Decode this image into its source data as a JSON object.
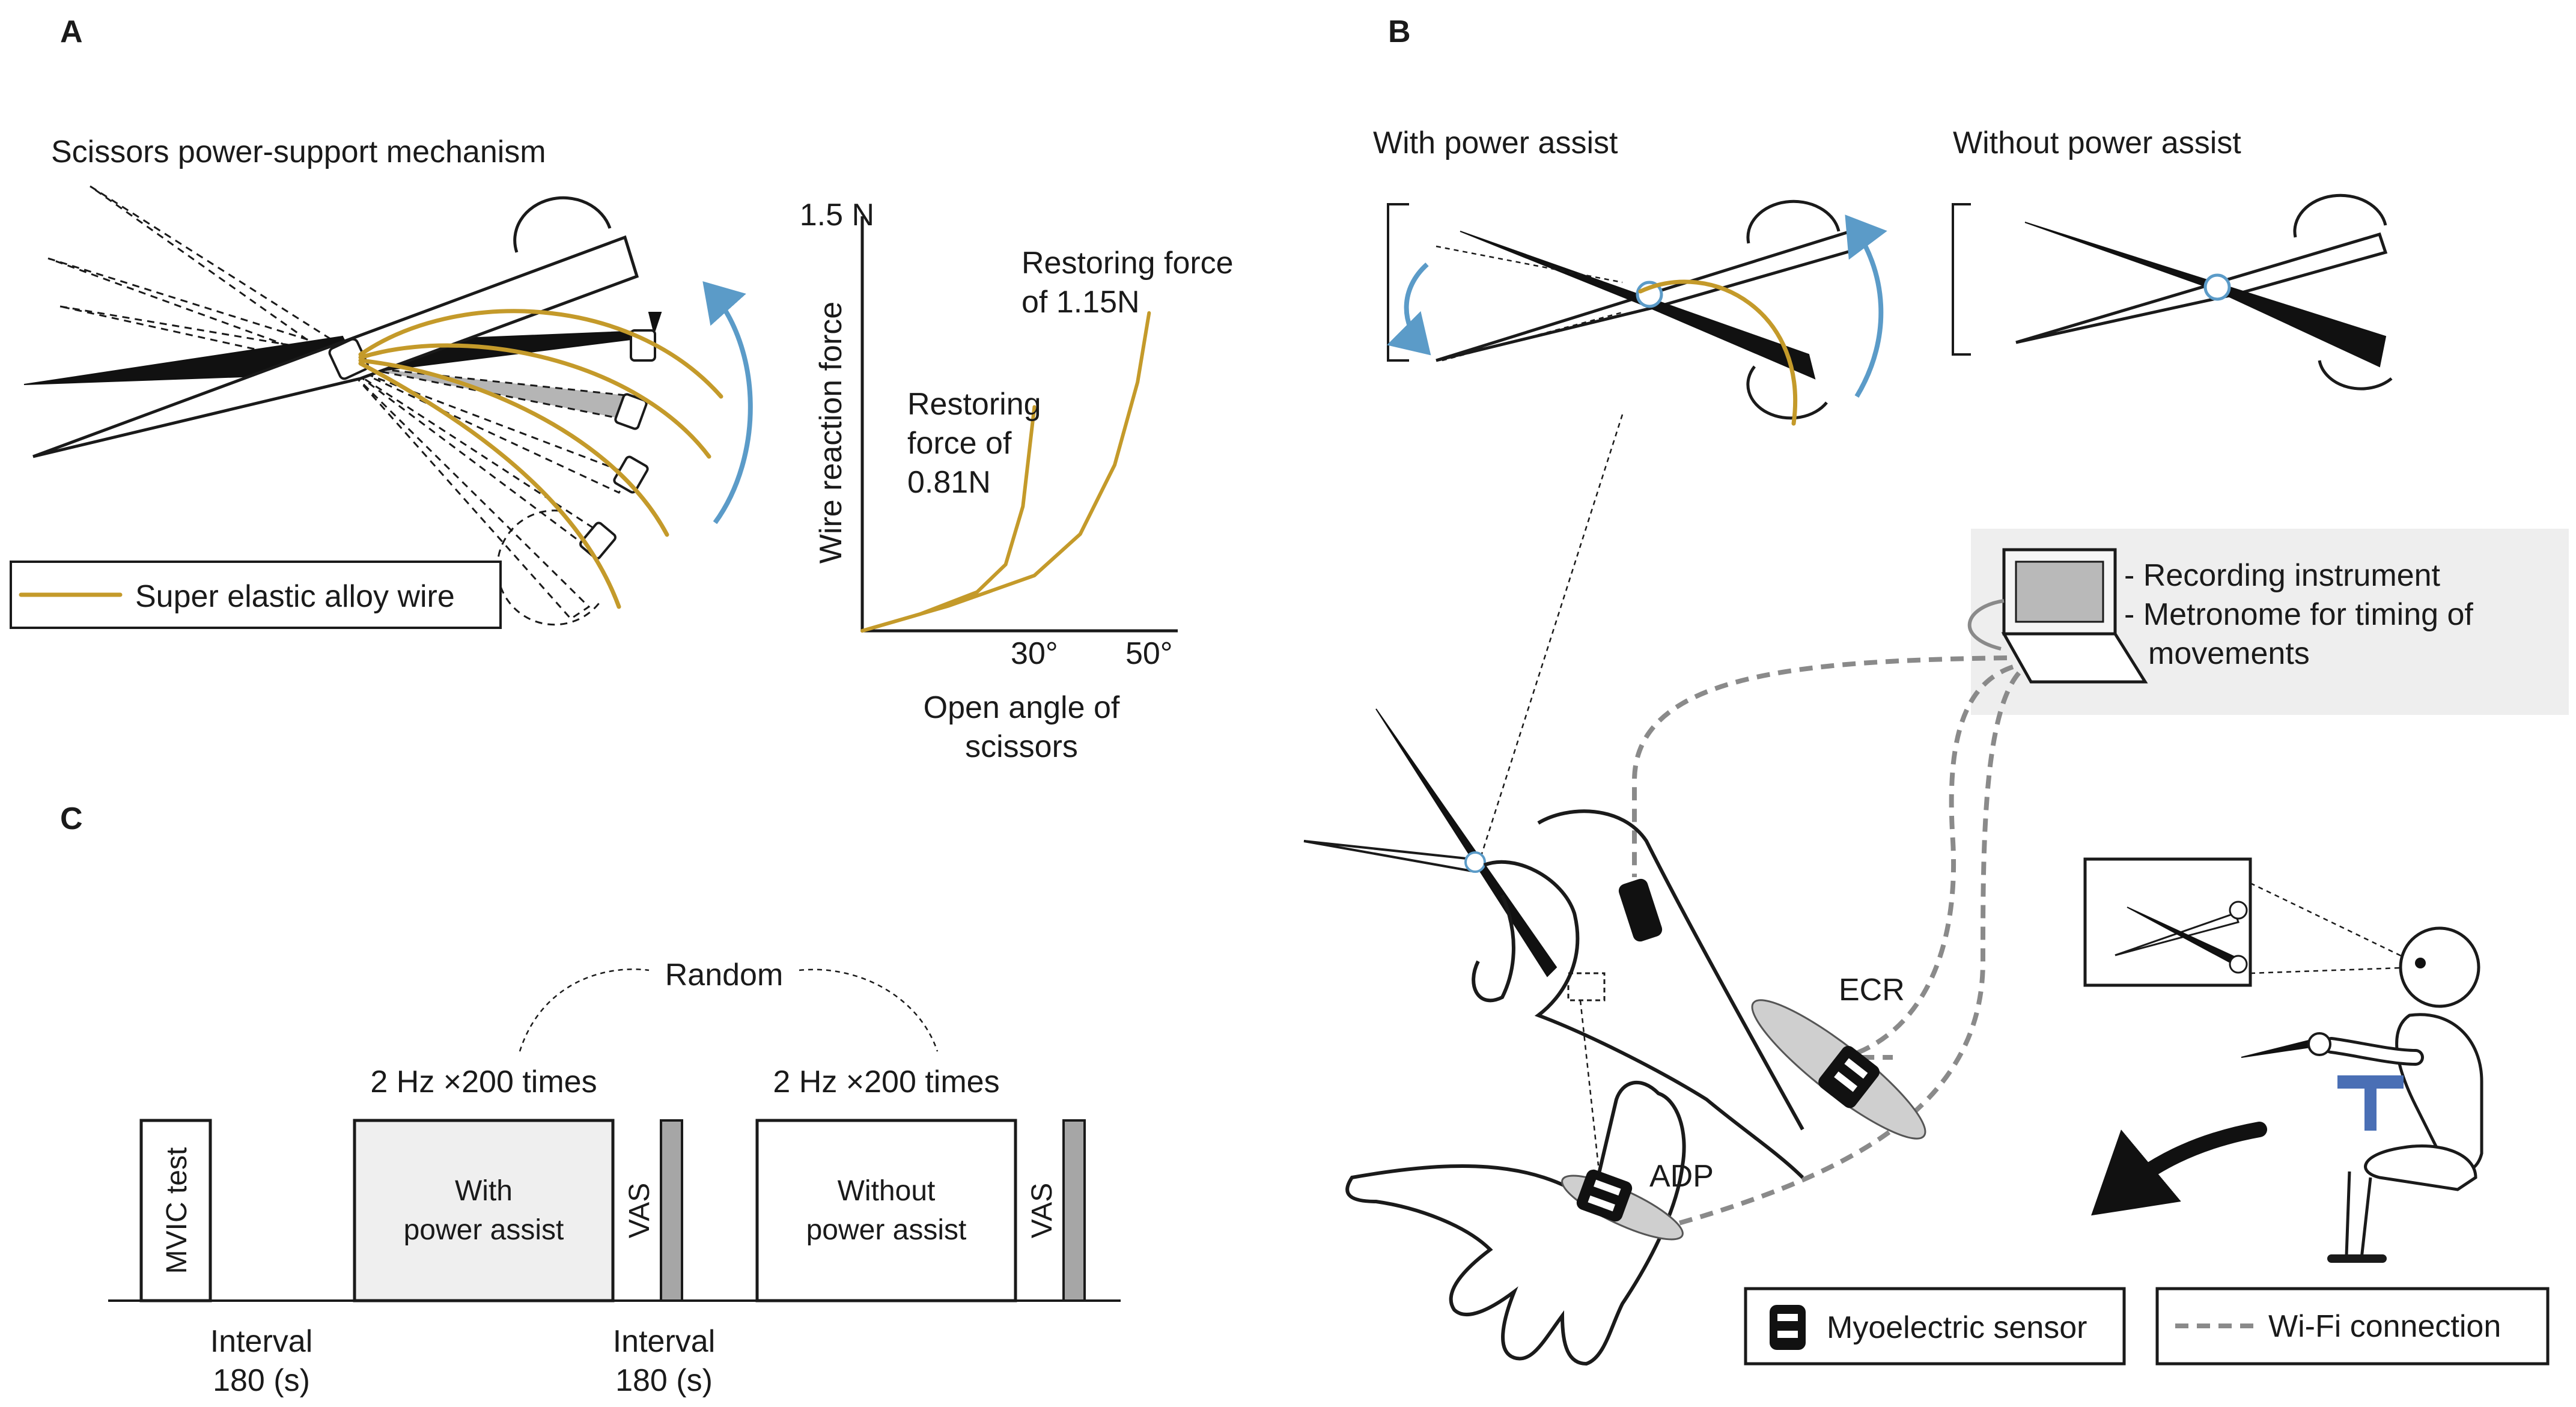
{
  "panels": {
    "a": {
      "label": "A",
      "title": "Scissors power-support mechanism",
      "legend_label": "Super elastic alloy wire",
      "colors": {
        "wire": "#c49a2a",
        "motion_arrow": "#5b9bc8"
      },
      "chart_data": {
        "type": "line",
        "xlabel": "Open angle of scissors",
        "ylabel": "Wire reaction force",
        "y_top_tick": "1.5 N",
        "x_ticks": [
          "30°",
          "50°"
        ],
        "xlim": [
          0,
          55
        ],
        "ylim": [
          0,
          1.5
        ],
        "series": [
          {
            "x": [
              0,
              10,
              20,
              25,
              28,
              30
            ],
            "y": [
              0,
              0.06,
              0.14,
              0.24,
              0.45,
              0.81
            ]
          },
          {
            "x": [
              0,
              15,
              30,
              38,
              44,
              48,
              50
            ],
            "y": [
              0,
              0.09,
              0.2,
              0.35,
              0.6,
              0.9,
              1.15
            ]
          }
        ],
        "annotations": [
          {
            "text_lines": [
              "Restoring",
              "force of",
              "0.81N"
            ]
          },
          {
            "text_lines": [
              "Restoring force",
              "of 1.15N"
            ]
          }
        ]
      }
    },
    "b": {
      "label": "B",
      "with_assist": "With power assist",
      "without_assist": "Without power assist",
      "instrument_items": [
        "- Recording instrument",
        "- Metronome for timing of",
        "movements"
      ],
      "muscle_ecr": "ECR",
      "muscle_adp": "ADP",
      "legend_sensor": "Myoelectric sensor",
      "legend_wifi": "Wi-Fi connection",
      "colors": {
        "wifi": "#8a8a8a",
        "instrument_box": "#eeeeee",
        "chair": "#4a6fb5"
      }
    },
    "c": {
      "label": "C",
      "random_label": "Random",
      "mvic_label": "MVIC test",
      "rate_label": "2 Hz ×200 times",
      "with_block": [
        "With",
        "power assist"
      ],
      "without_block": [
        "Without",
        "power assist"
      ],
      "vas_label": "VAS",
      "interval_label": [
        "Interval",
        "180 (s)"
      ]
    }
  }
}
